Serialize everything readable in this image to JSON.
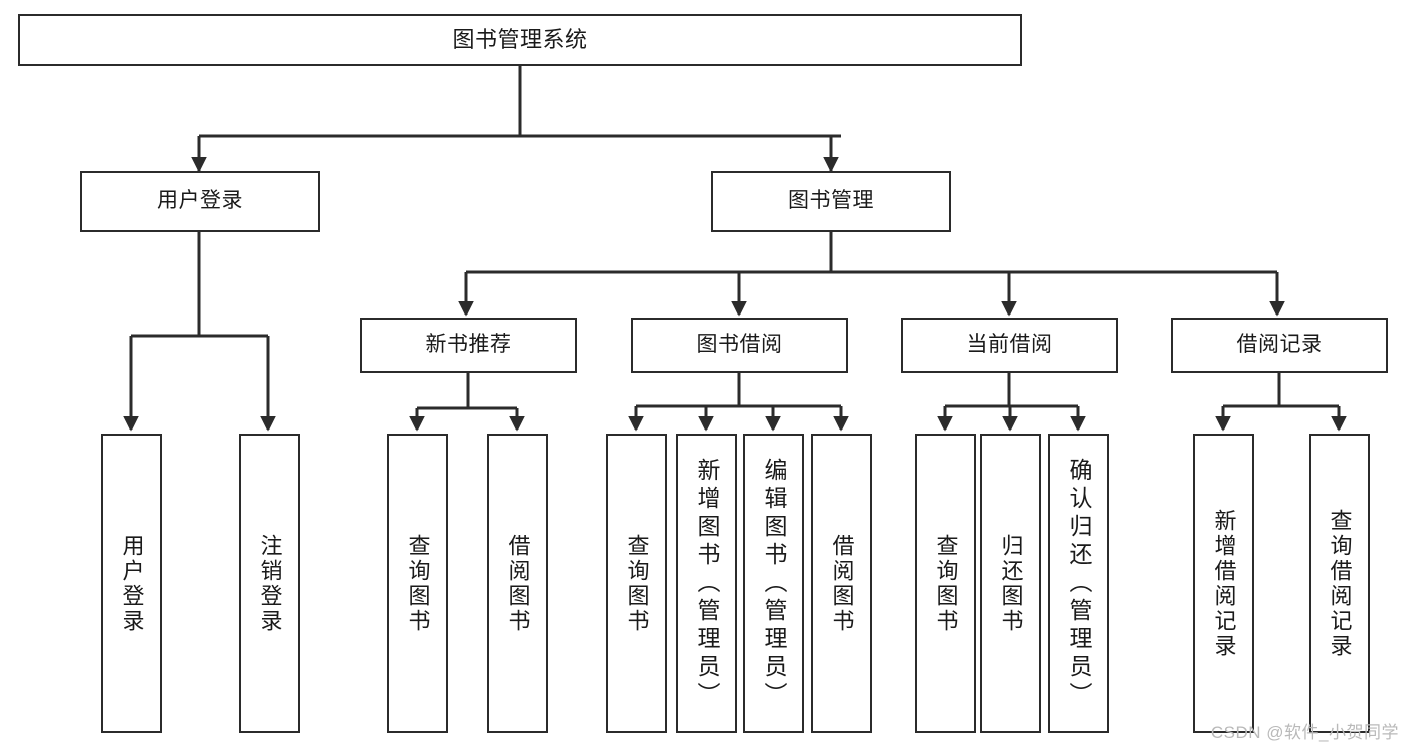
{
  "diagram": {
    "title": "图书管理系统",
    "watermark": "CSDN @软件_小贺同学",
    "colors": {
      "box_border": "#2b2b2b",
      "connector": "#2b2b2b",
      "background": "#ffffff",
      "text": "#1a1a1a",
      "watermark": "#b9b9b9"
    },
    "levels": {
      "root": {
        "label": "图书管理系统"
      },
      "level2": [
        {
          "label": "用户登录"
        },
        {
          "label": "图书管理"
        }
      ],
      "level3": [
        {
          "label": "新书推荐"
        },
        {
          "label": "图书借阅"
        },
        {
          "label": "当前借阅"
        },
        {
          "label": "借阅记录"
        }
      ],
      "leaves_user_login": [
        {
          "label": "用户登录"
        },
        {
          "label": "注销登录"
        }
      ],
      "leaves_new_books": [
        {
          "label": "查询图书"
        },
        {
          "label": "借阅图书"
        }
      ],
      "leaves_borrow": [
        {
          "label": "查询图书"
        },
        {
          "label": "新增图书（管理员）"
        },
        {
          "label": "编辑图书（管理员）"
        },
        {
          "label": "借阅图书"
        }
      ],
      "leaves_current": [
        {
          "label": "查询图书"
        },
        {
          "label": "归还图书"
        },
        {
          "label": "确认归还（管理员）"
        }
      ],
      "leaves_records": [
        {
          "label": "新增借阅记录"
        },
        {
          "label": "查询借阅记录"
        }
      ]
    }
  }
}
